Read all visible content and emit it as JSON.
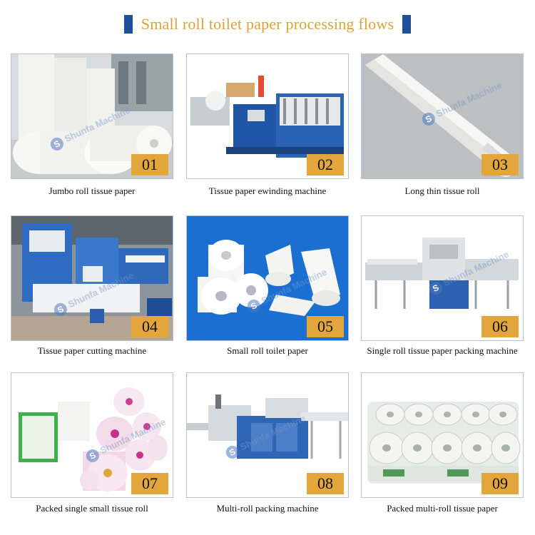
{
  "header": {
    "title": "Small roll toilet paper processing flows"
  },
  "watermark": {
    "text": "Shunfa Machine"
  },
  "colors": {
    "accent_blue": "#1f4e9a",
    "title_gold": "#d9a23a",
    "badge_gold": "#e2a63d"
  },
  "steps": [
    {
      "number": "01",
      "caption": "Jumbo roll tissue paper"
    },
    {
      "number": "02",
      "caption": "Tissue paper ewinding machine"
    },
    {
      "number": "03",
      "caption": "Long thin tissue roll"
    },
    {
      "number": "04",
      "caption": "Tissue paper cutting machine"
    },
    {
      "number": "05",
      "caption": "Small roll toilet paper"
    },
    {
      "number": "06",
      "caption": "Single roll tissue paper packing machine"
    },
    {
      "number": "07",
      "caption": "Packed single small tissue roll"
    },
    {
      "number": "08",
      "caption": "Multi-roll packing machine"
    },
    {
      "number": "09",
      "caption": "Packed multi-roll tissue paper"
    }
  ]
}
